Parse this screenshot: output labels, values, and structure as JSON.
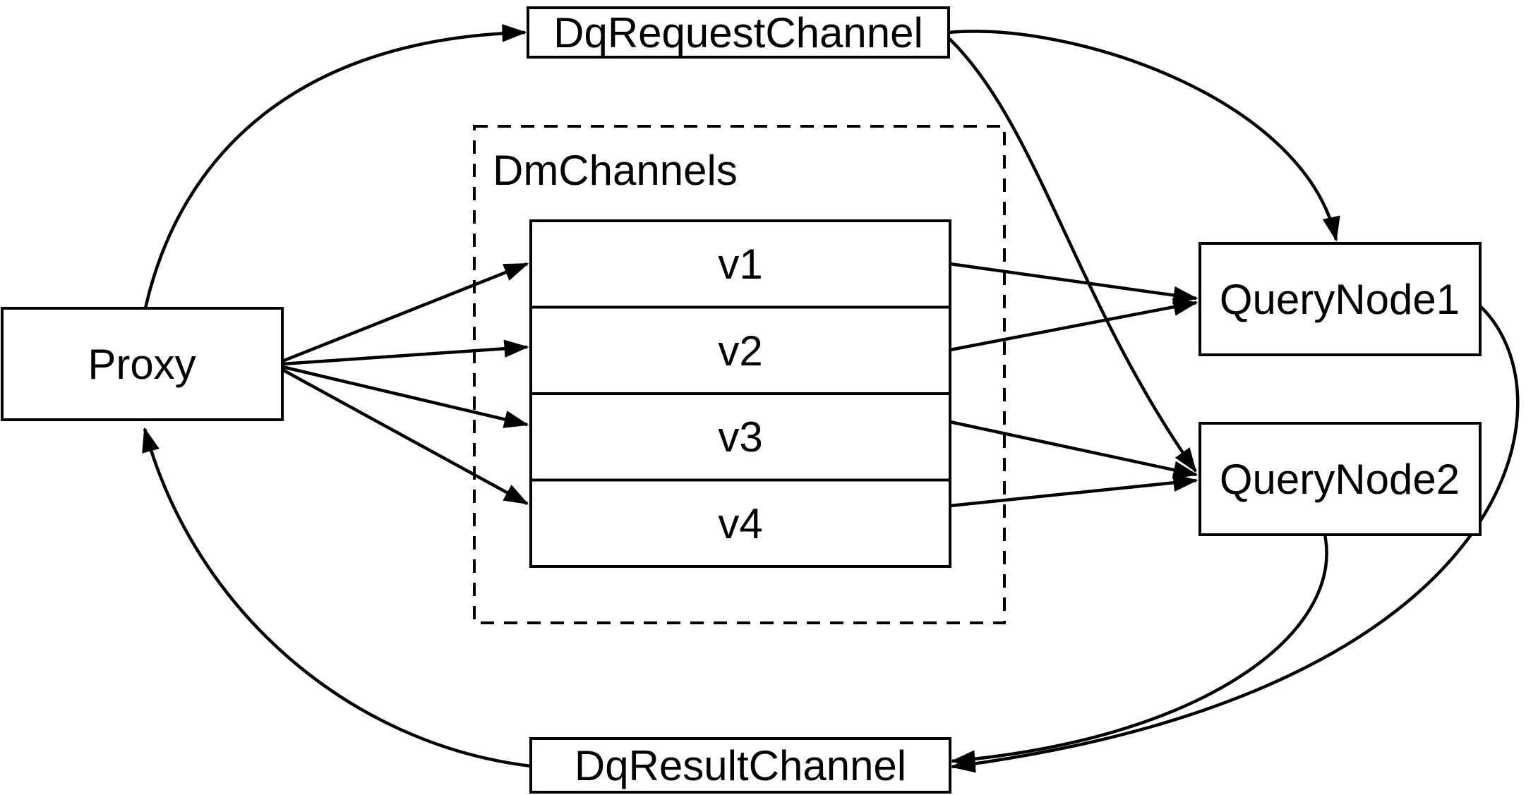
{
  "diagram": {
    "type": "architecture-flow-diagram",
    "background_color": "#ffffff",
    "stroke_color": "#000000",
    "nodes": {
      "proxy": {
        "label": "Proxy"
      },
      "dq_request_channel": {
        "label": "DqRequestChannel"
      },
      "dq_result_channel": {
        "label": "DqResultChannel"
      },
      "query_node_1": {
        "label": "QueryNode1"
      },
      "query_node_2": {
        "label": "QueryNode2"
      },
      "dm_channels_group": {
        "label": "DmChannels"
      },
      "channels": [
        "v1",
        "v2",
        "v3",
        "v4"
      ]
    },
    "edges": [
      {
        "from": "Proxy",
        "to": "DqRequestChannel"
      },
      {
        "from": "Proxy",
        "to": "v1"
      },
      {
        "from": "Proxy",
        "to": "v2"
      },
      {
        "from": "Proxy",
        "to": "v3"
      },
      {
        "from": "Proxy",
        "to": "v4"
      },
      {
        "from": "v1",
        "to": "QueryNode1"
      },
      {
        "from": "v2",
        "to": "QueryNode1"
      },
      {
        "from": "v3",
        "to": "QueryNode2"
      },
      {
        "from": "v4",
        "to": "QueryNode2"
      },
      {
        "from": "DqRequestChannel",
        "to": "QueryNode1"
      },
      {
        "from": "DqRequestChannel",
        "to": "QueryNode2"
      },
      {
        "from": "QueryNode1",
        "to": "DqResultChannel"
      },
      {
        "from": "QueryNode2",
        "to": "DqResultChannel"
      },
      {
        "from": "DqResultChannel",
        "to": "Proxy"
      }
    ]
  }
}
